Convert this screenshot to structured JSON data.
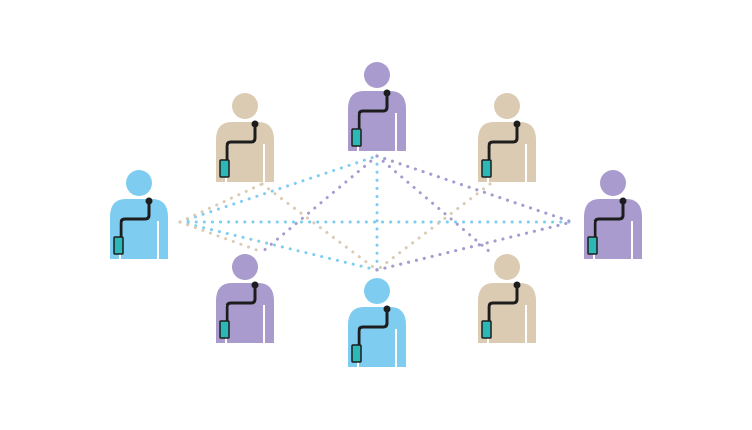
{
  "diagram": {
    "type": "network",
    "description_shown": "",
    "colors": {
      "blue": "#7ecdf1",
      "purple": "#a99bcd",
      "tan": "#dccbb3",
      "device": "#2bb8b6",
      "cable": "#1d1d1d"
    },
    "nodes": [
      {
        "id": "left",
        "role": "person-with-radio",
        "color": "blue"
      },
      {
        "id": "top-left",
        "role": "person-with-radio",
        "color": "tan"
      },
      {
        "id": "top",
        "role": "person-with-radio",
        "color": "purple"
      },
      {
        "id": "top-right",
        "role": "person-with-radio",
        "color": "tan"
      },
      {
        "id": "right",
        "role": "person-with-radio",
        "color": "purple"
      },
      {
        "id": "bottom-left",
        "role": "person-with-radio",
        "color": "purple"
      },
      {
        "id": "bottom",
        "role": "person-with-radio",
        "color": "blue"
      },
      {
        "id": "bottom-right",
        "role": "person-with-radio",
        "color": "tan"
      }
    ],
    "links": [
      {
        "from": "left",
        "to": "top",
        "color": "blue"
      },
      {
        "from": "left",
        "to": "bottom",
        "color": "blue"
      },
      {
        "from": "left",
        "to": "right",
        "color": "blue"
      },
      {
        "from": "top",
        "to": "right",
        "color": "blue"
      },
      {
        "from": "bottom",
        "to": "right",
        "color": "blue"
      },
      {
        "from": "top",
        "to": "bottom",
        "color": "blue"
      },
      {
        "from": "left",
        "to": "top-left",
        "color": "tan"
      },
      {
        "from": "left",
        "to": "bottom-left",
        "color": "tan"
      },
      {
        "from": "top-left",
        "to": "bottom",
        "color": "tan"
      },
      {
        "from": "top-right",
        "to": "bottom",
        "color": "tan"
      },
      {
        "from": "top",
        "to": "bottom-left",
        "color": "purple"
      },
      {
        "from": "top",
        "to": "bottom-right",
        "color": "purple"
      },
      {
        "from": "top",
        "to": "right",
        "color": "purple"
      },
      {
        "from": "bottom",
        "to": "right",
        "color": "purple"
      }
    ]
  }
}
